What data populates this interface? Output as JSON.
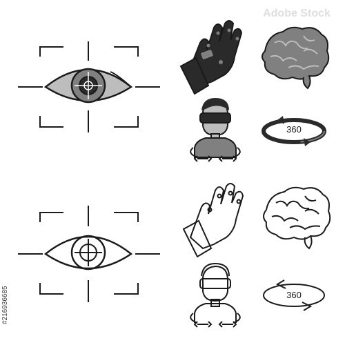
{
  "icons": {
    "row1": [
      "eye-target-icon",
      "vr-glove-icon",
      "brain-icon"
    ],
    "row2": [
      "vr-user-icon",
      "rotation-360-icon"
    ],
    "row3": [
      "eye-target-icon",
      "vr-glove-icon",
      "brain-icon"
    ],
    "row4": [
      "vr-user-icon",
      "rotation-360-icon"
    ]
  },
  "labels": {
    "rotation_top": "360",
    "rotation_bottom": "360"
  },
  "watermark": {
    "text": "Adobe Stock",
    "stock_id": "#216936685"
  },
  "colors": {
    "dark": "#2a2a2a",
    "mid": "#808080",
    "light": "#bdbdbd",
    "outline": "#1a1a1a"
  }
}
